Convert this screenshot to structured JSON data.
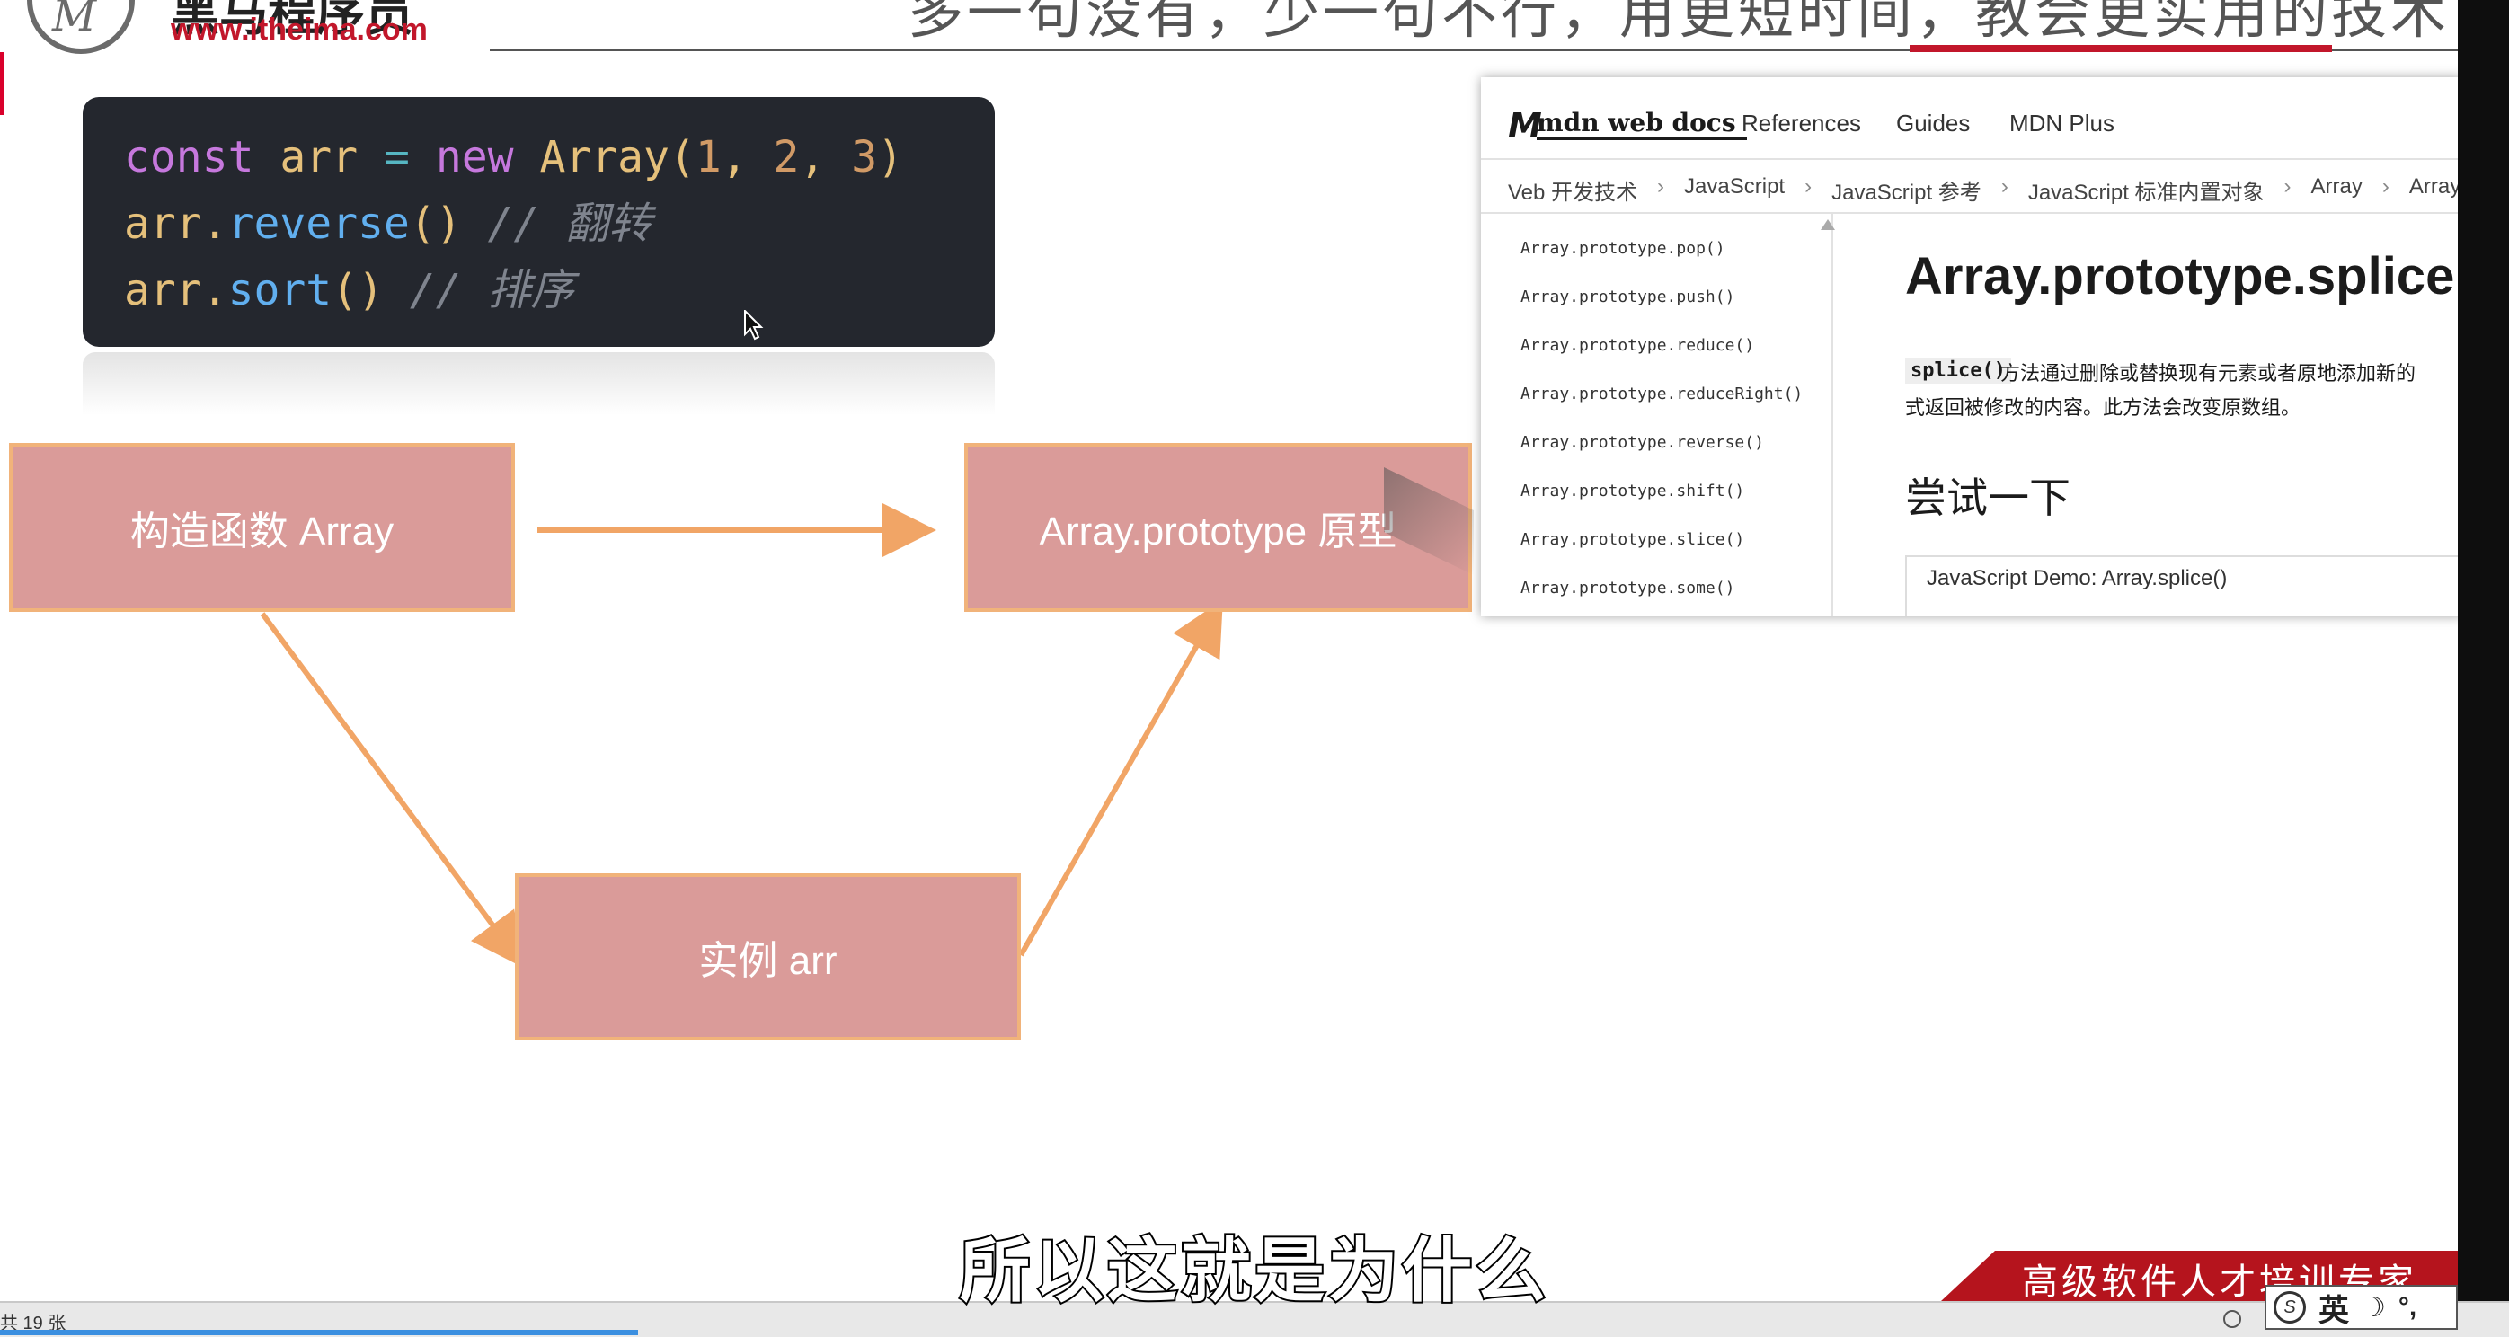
{
  "header": {
    "brand": "黑马程序员",
    "url": "www.itheima.com",
    "slogan": "多一句没有，少一句不行，用更短时间，教会更实用的技术！",
    "logo_glyph": "M"
  },
  "code": {
    "line1": {
      "kw1": "const",
      "var": "arr",
      "op": "=",
      "kw2": "new",
      "cls": "Array",
      "open": "(",
      "n1": "1",
      "sep1": ", ",
      "n2": "2",
      "sep2": ", ",
      "n3": "3",
      "close": ")"
    },
    "line2": {
      "obj": "arr",
      "dot": ".",
      "method": "reverse",
      "parens": "()",
      "comment": "// 翻转"
    },
    "line3": {
      "obj": "arr",
      "dot": ".",
      "method": "sort",
      "parens": "()",
      "comment": "// 排序"
    }
  },
  "diagram": {
    "constructor_label": "构造函数 Array",
    "prototype_label": "Array.prototype 原型",
    "instance_label": "实例 arr"
  },
  "mdn": {
    "logo_mark": "M",
    "logo_text": "mdn web docs",
    "nav": [
      "References",
      "Guides",
      "MDN Plus"
    ],
    "breadcrumb": [
      "Veb 开发技术",
      "JavaScript",
      "JavaScript 参考",
      "JavaScript 标准内置对象",
      "Array",
      "Array.pro"
    ],
    "sidebar_items": [
      "Array.prototype.pop()",
      "Array.prototype.push()",
      "Array.prototype.reduce()",
      "Array.prototype.reduceRight()",
      "Array.prototype.reverse()",
      "Array.prototype.shift()",
      "Array.prototype.slice()",
      "Array.prototype.some()"
    ],
    "title": "Array.prototype.splice",
    "desc_code": "splice()",
    "desc_line1": "方法通过删除或替换现有元素或者原地添加新的",
    "desc_line2": "式返回被修改的内容。此方法会改变原数组。",
    "try_heading": "尝试一下",
    "demo_label": "JavaScript Demo: Array.splice()"
  },
  "subtitle": "所以这就是为什么",
  "banner": "高级软件人才培训专家",
  "status": {
    "slide_count": "共 19 张"
  },
  "ime": {
    "lang": "英",
    "moon": "☽",
    "punc": "°,"
  },
  "colors": {
    "node_fill": "#da9b99",
    "node_border": "#f1b37a",
    "arrow": "#f1a566",
    "brand_red": "#c2172b",
    "code_bg": "#24272e"
  }
}
